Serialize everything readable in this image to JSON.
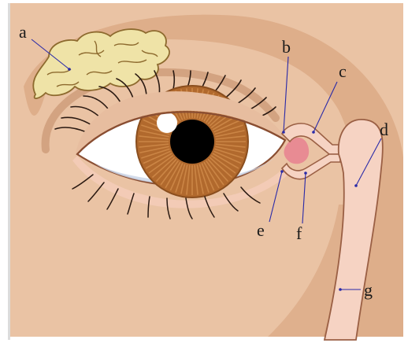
{
  "labels": {
    "a": "a",
    "b": "b",
    "c": "c",
    "d": "d",
    "e": "e",
    "f": "f",
    "g": "g"
  },
  "colors": {
    "skin_light": "#eac3a4",
    "skin_mid": "#dcaa86",
    "skin_dark": "#c99672",
    "gland": "#efe3a7",
    "gland_stroke": "#8d6a2e",
    "iris": "#b1692d",
    "pupil": "#000000",
    "duct_fill": "#f6d3c3",
    "duct_stroke": "#9a5f44",
    "caruncle": "#e88b93",
    "leader": "#2a2aa8"
  }
}
